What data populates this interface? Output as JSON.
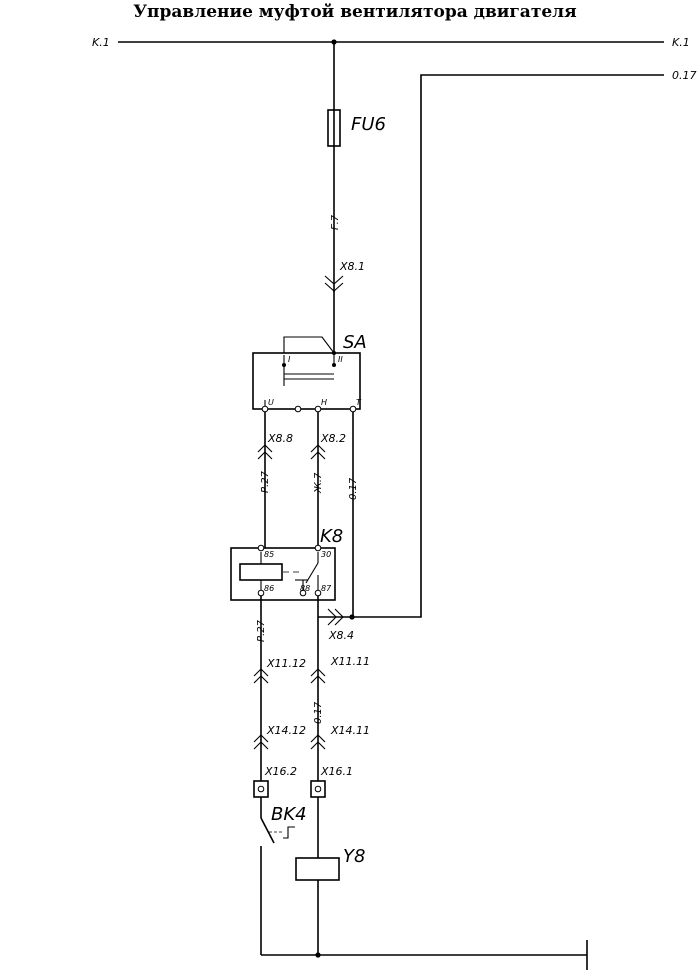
{
  "title": "Управление муфтой вентилятора двигателя",
  "nets": {
    "k1_left": "K.1",
    "k1_right": "K.1",
    "n017_right": "0.17"
  },
  "components": {
    "fuse": "FU6",
    "switch": "SA",
    "relay": "K8",
    "sensor": "BK4",
    "valve": "Y8"
  },
  "connectors": {
    "x81": "X8.1",
    "x88": "X8.8",
    "x82": "X8.2",
    "x84": "X8.4",
    "x1112": "X11.12",
    "x1111": "X11.11",
    "x1412": "X14.12",
    "x1411": "X14.11",
    "x162": "X16.2",
    "x161": "X16.1"
  },
  "wires": {
    "g7": "Г.7",
    "r27_top": "Р.27",
    "zh7": "Ж.7",
    "w017_sa": "0.17",
    "r27_bottom": "Р.27",
    "w017_bottom": "0.17"
  },
  "switch_pins": {
    "i": "I",
    "ii": "II",
    "u": "U",
    "h": "H",
    "t": "T"
  },
  "relay_pins": {
    "p85": "85",
    "p86": "86",
    "p30": "30",
    "p88": "88",
    "p87": "87"
  },
  "colors": {
    "ink": "#000000",
    "paper": "#ffffff"
  }
}
